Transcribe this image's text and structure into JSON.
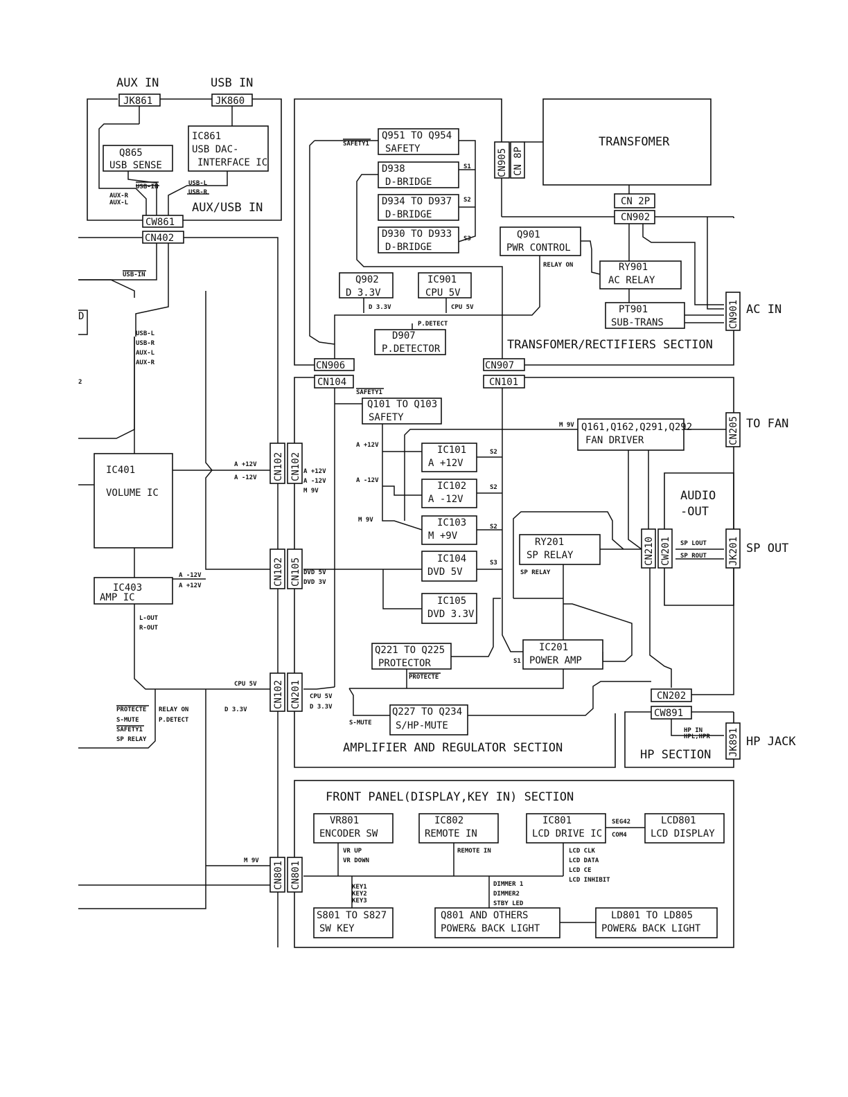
{
  "headers": {
    "aux_in": "AUX IN",
    "usb_in": "USB IN",
    "ac_in": "AC IN",
    "to_fan": "TO FAN",
    "sp_out": "SP OUT",
    "hp_jack": "HP JACK"
  },
  "sections": {
    "aux_usb": "AUX/USB IN",
    "transformer": "TRANSFOMER/RECTIFIERS SECTION",
    "amplifier": "AMPLIFIER AND REGULATOR SECTION",
    "hp": "HP SECTION",
    "front_panel": "FRONT PANEL(DISPLAY,KEY IN) SECTION",
    "audio_out_1": "AUDIO",
    "audio_out_2": "-OUT"
  },
  "blocks": {
    "jk861": "JK861",
    "jk860": "JK860",
    "ic861_1": "IC861",
    "ic861_2": "USB DAC-",
    "ic861_3": "INTERFACE IC",
    "q865_1": "Q865",
    "q865_2": "USB SENSE",
    "cw861": "CW861",
    "cn402": "CN402",
    "transformer": "TRANSFOMER",
    "cn905": "CN905",
    "cn8p": "CN 8P",
    "q951_1": "Q951 TO Q954",
    "q951_2": "SAFETY",
    "d938_1": "D938",
    "d938_2": "D-BRIDGE",
    "d934_1": "D934 TO D937",
    "d934_2": "D-BRIDGE",
    "d930_1": "D930 TO D933",
    "d930_2": "D-BRIDGE",
    "cn2p": "CN 2P",
    "cn902": "CN902",
    "q901_1": "Q901",
    "q901_2": "PWR CONTROL",
    "ry901_1": "RY901",
    "ry901_2": "AC RELAY",
    "pt901_1": "PT901",
    "pt901_2": "SUB-TRANS",
    "cn901": "CN901",
    "q902_1": "Q902",
    "q902_2": "D 3.3V",
    "ic901_1": "IC901",
    "ic901_2": "CPU 5V",
    "d907_1": "D907",
    "d907_2": "P.DETECTOR",
    "cn906": "CN906",
    "cn907": "CN907",
    "cn104": "CN104",
    "cn101": "CN101",
    "q101_1": "Q101 TO Q103",
    "q101_2": "SAFETY",
    "q161_1": "Q161,Q162,Q291,Q292",
    "q161_2": "FAN DRIVER",
    "cn205": "CN205",
    "ic101_1": "IC101",
    "ic101_2": "A +12V",
    "ic102_1": "IC102",
    "ic102_2": "A -12V",
    "ic103_1": "IC103",
    "ic103_2": "M +9V",
    "ic104_1": "IC104",
    "ic104_2": "DVD 5V",
    "ic105_1": "IC105",
    "ic105_2": "DVD 3.3V",
    "ry201_1": "RY201",
    "ry201_2": "SP RELAY",
    "cn210": "CN210",
    "cw201": "CW201",
    "jk201": "JK201",
    "ic401_1": "IC401",
    "ic401_2": "VOLUME IC",
    "ic403_1": "IC403",
    "ic403_2": "AMP IC",
    "cn102": "CN102",
    "cn105": "CN105",
    "cn201": "CN201",
    "q221_1": "Q221 TO Q225",
    "q221_2": "PROTECTOR",
    "ic201_1": "IC201",
    "ic201_2": "POWER AMP",
    "q227_1": "Q227 TO Q234",
    "q227_2": "S/HP-MUTE",
    "cn202": "CN202",
    "cw891": "CW891",
    "jk891": "JK891",
    "vr801_1": "VR801",
    "vr801_2": "ENCODER SW",
    "ic802_1": "IC802",
    "ic802_2": "REMOTE IN",
    "ic801_1": "IC801",
    "ic801_2": "LCD DRIVE IC",
    "lcd801_1": "LCD801",
    "lcd801_2": "LCD DISPLAY",
    "cn801": "CN801",
    "s801_1": "S801 TO S827",
    "s801_2": "SW KEY",
    "q801_1": "Q801 AND OTHERS",
    "q801_2": "POWER& BACK LIGHT",
    "ld801_1": "LD801 TO LD805",
    "ld801_2": "POWER& BACK LIGHT"
  },
  "signals": {
    "safety1": "SAFETY1",
    "usb_in": "USB-IN",
    "usb_l": "USB-L",
    "usb_r": "USB-R",
    "aux_r": "AUX-R",
    "aux_l": "AUX-L",
    "usb_in_2": "USB-IN",
    "ls_usb_l": "USB-L",
    "ls_usb_r": "USB-R",
    "ls_aux_l": "AUX-L",
    "ls_aux_r": "AUX-R",
    "s1": "S1",
    "s2": "S2",
    "s3": "S3",
    "relay_on": "RELAY ON",
    "d33v": "D 3.3V",
    "cpu5v": "CPU 5V",
    "pdetect": "P.DETECT",
    "safety1_b": "SAFETY1",
    "a12p": "A +12V",
    "a12n": "A -12V",
    "m9v": "M 9V",
    "m9v_fan": "M 9V",
    "s2_a": "S2",
    "s2_b": "S2",
    "s2_c": "S2",
    "s3_b": "S3",
    "sp_lout": "SP LOUT",
    "sp_rout": "SP ROUT",
    "sp_relay": "SP RELAY",
    "s1_b": "S1",
    "protecte": "PROTECTE",
    "cn102_a12p": "A +12V",
    "cn102_a12n": "A -12V",
    "ic403_a12n": "A -12V",
    "ic403_a12p": "A +12V",
    "cn102b_a12p": "A +12V",
    "cn102b_a12n": "A -12V",
    "cn102b_m9v": "M 9V",
    "dvd5v": "DVD 5V",
    "dvd3v": "DVD 3V",
    "l_out": "L-OUT",
    "r_out": "R-OUT",
    "cpu5v_l": "CPU 5V",
    "d33v_l": "D 3.3V",
    "cpu5v_r": "CPU 5V",
    "d33v_r": "D 3.3V",
    "s_mute": "S-MUTE",
    "lm_protecte": "PROTECTE",
    "lm_s_mute": "S-MUTE",
    "lm_safety1": "SAFETY1",
    "lm_sp_relay": "SP RELAY",
    "lm_relay_on": "RELAY ON",
    "lm_pdetect": "P.DETECT",
    "hp_in": "HP IN",
    "hpl_hpr": "HPL,HPR",
    "m9v_fp": "M 9V",
    "vr_up": "VR UP",
    "vr_down": "VR DOWN",
    "remote_in": "REMOTE IN",
    "seg42": "SEG42",
    "com4": "COM4",
    "lcd_clk": "LCD CLK",
    "lcd_data": "LCD DATA",
    "lcd_ce": "LCD CE",
    "lcd_inhibit": "LCD INHIBIT",
    "key1": "KEY1",
    "key2": "KEY2",
    "key3": "KEY3",
    "dimmer1": "DIMMER 1",
    "dimmer2": "DIMMER2",
    "stby_led": "STBY LED",
    "edge_d": "D",
    "edge_mark": "2"
  }
}
